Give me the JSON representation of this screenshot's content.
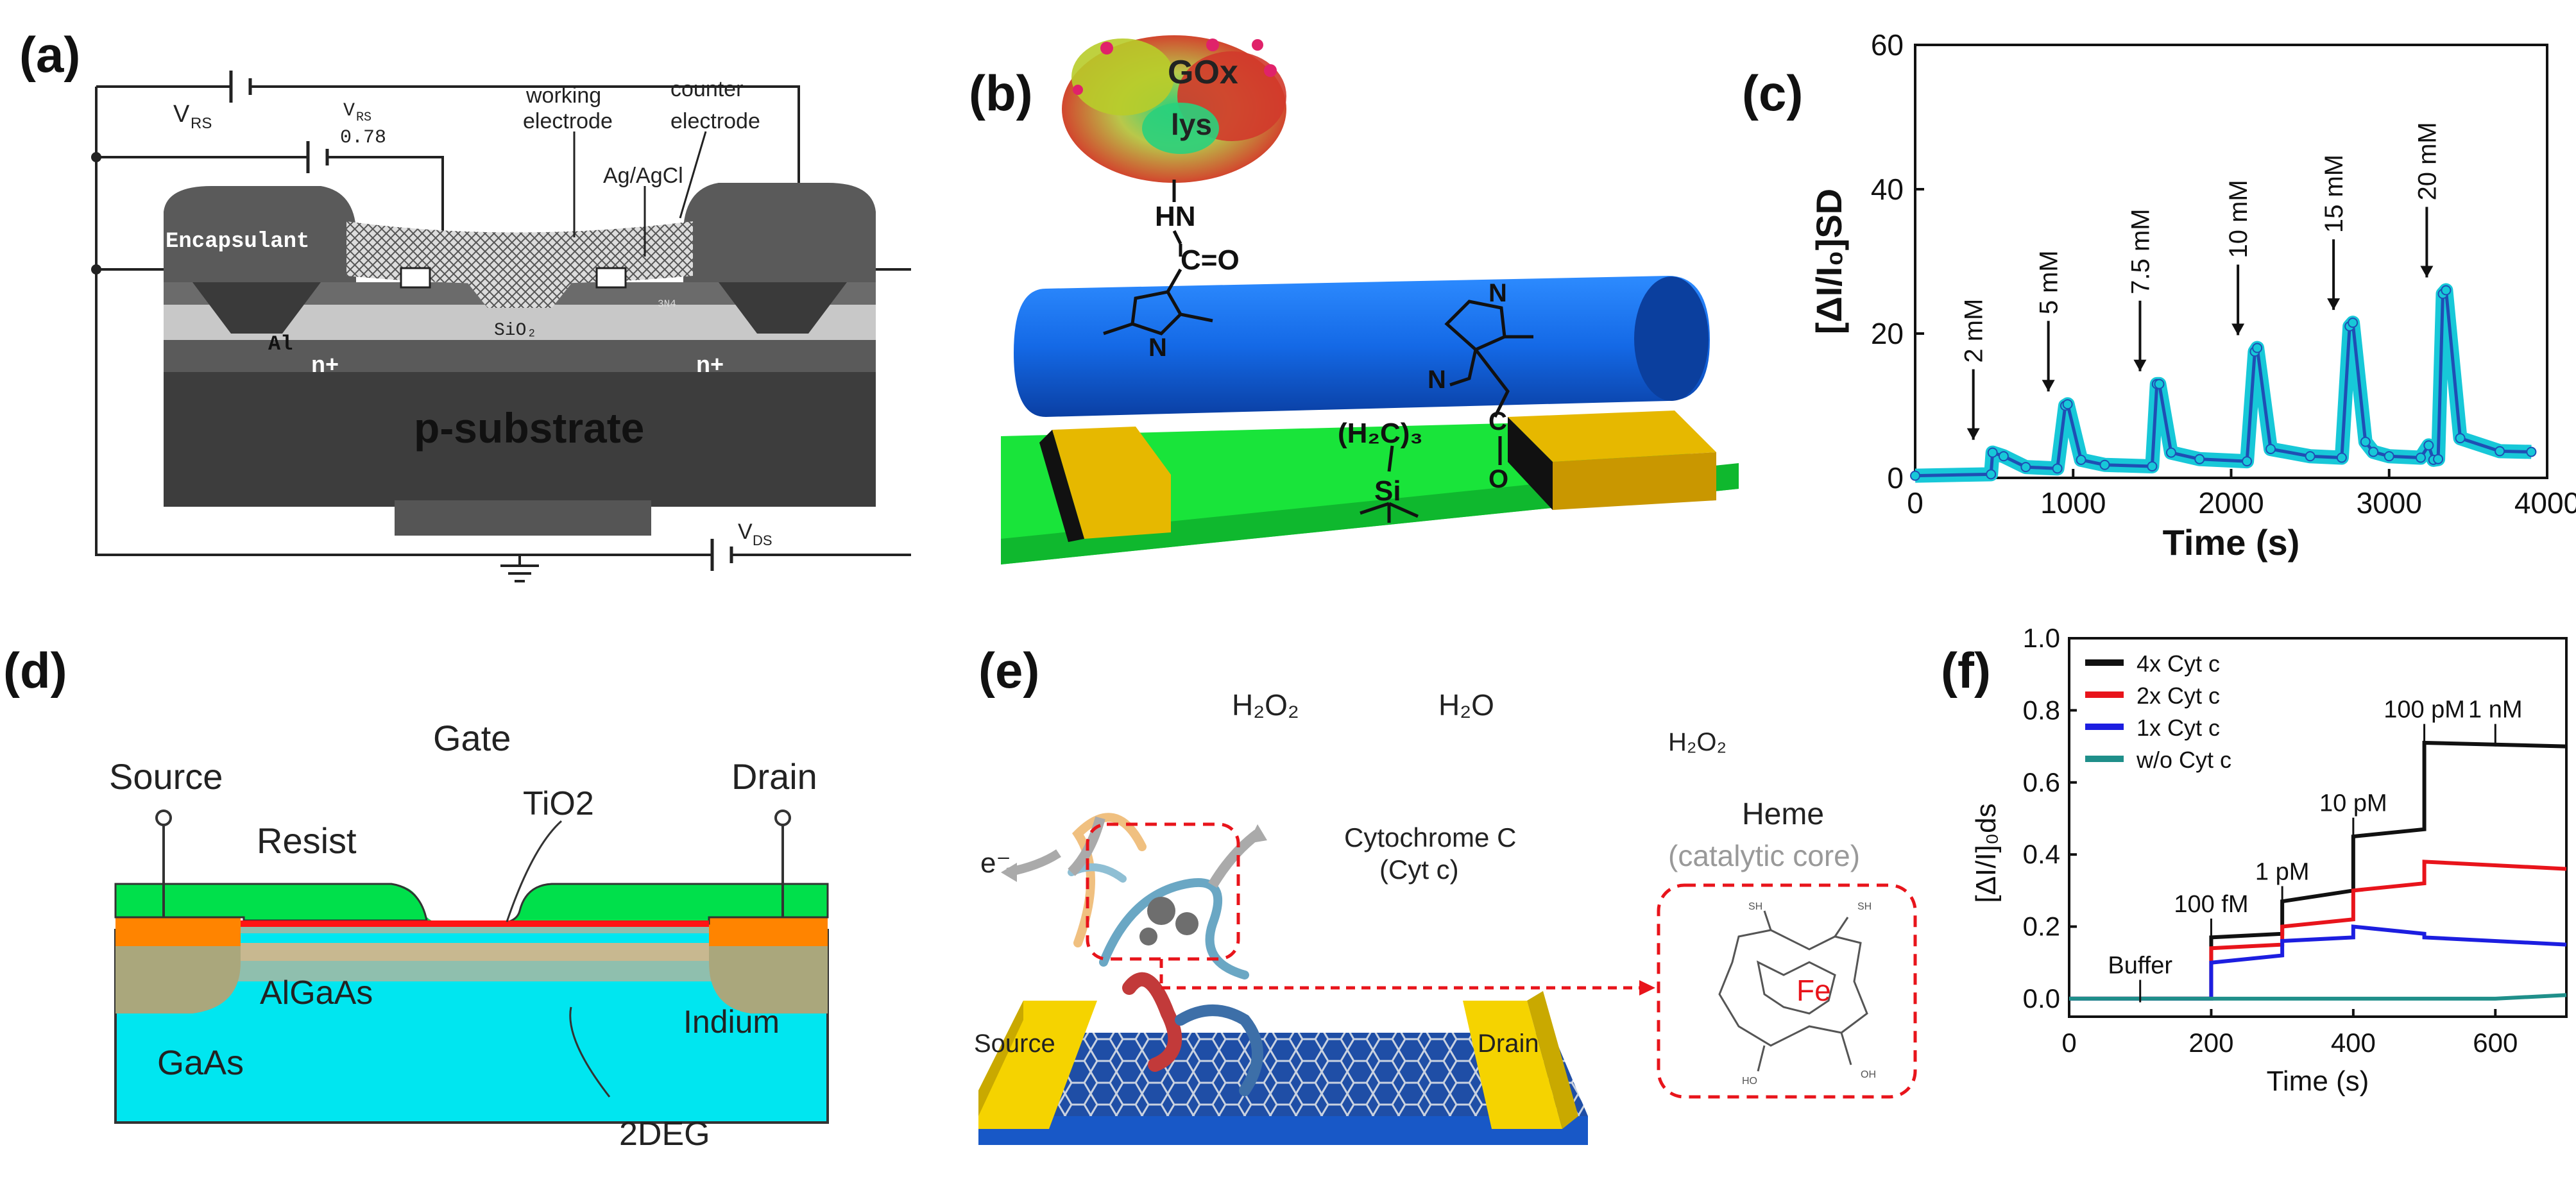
{
  "panels": {
    "a": {
      "label": "(a)",
      "texts": {
        "vrs_top": "V",
        "vrs_top_sub": "RS",
        "vrs_mid": "V",
        "vrs_mid_sub": "RS",
        "vrs_value": "0.78",
        "working": "working",
        "electrode": "electrode",
        "counter": "counter",
        "counter_electrode": "electrode",
        "agagcl": "Ag/AgCl",
        "encapsulant": "Encapsulant",
        "al": "Al",
        "sio2": "SiO₂",
        "sin": "3N4",
        "nplus_left": "n+",
        "nplus_right": "n+",
        "substrate": "p-substrate",
        "vds": "V",
        "vds_sub": "DS"
      }
    },
    "b": {
      "label": "(b)",
      "texts": {
        "gox": "GOx",
        "lys": "lys",
        "hn": "HN",
        "co": "C=O",
        "n1": "N",
        "n2": "N",
        "h2c3": "(H₂C)₃",
        "si": "Si",
        "c": "C",
        "o": "O",
        "nh": "N"
      }
    },
    "c": {
      "label": "(c)",
      "annotations": [
        "2 mM",
        "5 mM",
        "7.5 mM",
        "10 mM",
        "15 mM",
        "20 mM"
      ]
    },
    "d": {
      "label": "(d)",
      "texts": {
        "gate": "Gate",
        "source": "Source",
        "drain": "Drain",
        "resist": "Resist",
        "tio2": "TiO2",
        "algaas": "AlGaAs",
        "indium": "Indium",
        "gaas": "GaAs",
        "twodeg": "2DEG"
      }
    },
    "e": {
      "label": "(e)",
      "texts": {
        "h2o2": "H₂O₂",
        "h2o": "H₂O",
        "electron": "e⁻",
        "cyto": "Cytochrome C",
        "cytc": "(Cyt c)",
        "heme": "Heme",
        "core": "(catalytic core)",
        "fe": "Fe",
        "source": "Source",
        "drain": "Drain",
        "sh1": "SH",
        "sh2": "SH",
        "oh1": "HO",
        "oh2": "OH"
      }
    },
    "f": {
      "label": "(f)",
      "annotations": [
        "Buffer",
        "100 fM",
        "1 pM",
        "10 pM",
        "100 pM",
        "1 nM"
      ]
    }
  },
  "chart_data": [
    {
      "id": "c",
      "type": "line",
      "xlabel": "Time (s)",
      "ylabel": "[ΔI/I₀]SD",
      "xlim": [
        0,
        4000
      ],
      "ylim": [
        0,
        60
      ],
      "xticks": [
        0,
        1000,
        2000,
        3000,
        4000
      ],
      "yticks": [
        0,
        20,
        40,
        60
      ],
      "series_colors": {
        "line": "#1f4fb4",
        "marker": "#17c8d8"
      },
      "x": [
        0,
        480,
        490,
        560,
        700,
        900,
        950,
        965,
        1050,
        1200,
        1500,
        1530,
        1545,
        1620,
        1800,
        2100,
        2150,
        2165,
        2250,
        2500,
        2700,
        2750,
        2770,
        2850,
        2900,
        3000,
        3200,
        3250,
        3280,
        3310,
        3340,
        3360,
        3450,
        3700,
        3900
      ],
      "y": [
        0.3,
        0.5,
        3.5,
        3.0,
        1.5,
        1.3,
        10.0,
        10.2,
        2.5,
        1.8,
        1.6,
        13.0,
        13.0,
        3.5,
        2.6,
        2.3,
        17.5,
        18.0,
        4.0,
        3.0,
        2.8,
        21.0,
        21.5,
        5.0,
        3.6,
        3.0,
        2.8,
        4.5,
        2.5,
        2.6,
        25.5,
        26.0,
        5.5,
        3.7,
        3.6
      ]
    },
    {
      "id": "f",
      "type": "line",
      "xlabel": "Time (s)",
      "ylabel": "[ΔI/I]₀ds",
      "xlim": [
        0,
        700
      ],
      "ylim": [
        -0.05,
        1.0
      ],
      "xticks": [
        0,
        200,
        400,
        600
      ],
      "yticks": [
        0.0,
        0.2,
        0.4,
        0.6,
        0.8,
        1.0
      ],
      "legend_position": "top-left",
      "series": [
        {
          "name": "4x Cyt c",
          "color": "#111111",
          "x": [
            0,
            100,
            200,
            200,
            300,
            300,
            400,
            400,
            500,
            500,
            700
          ],
          "y": [
            0.0,
            0.0,
            0.0,
            0.17,
            0.18,
            0.27,
            0.3,
            0.45,
            0.47,
            0.71,
            0.7
          ]
        },
        {
          "name": "2x Cyt c",
          "color": "#e8141b",
          "x": [
            0,
            100,
            200,
            200,
            300,
            300,
            400,
            400,
            500,
            500,
            700
          ],
          "y": [
            0.0,
            0.0,
            0.0,
            0.14,
            0.15,
            0.2,
            0.22,
            0.3,
            0.32,
            0.38,
            0.36
          ]
        },
        {
          "name": "1x Cyt c",
          "color": "#1c1ee0",
          "x": [
            0,
            100,
            200,
            200,
            300,
            300,
            400,
            400,
            500,
            500,
            700
          ],
          "y": [
            0.0,
            0.0,
            0.0,
            0.1,
            0.12,
            0.16,
            0.17,
            0.2,
            0.18,
            0.17,
            0.15
          ]
        },
        {
          "name": "w/o Cyt c",
          "color": "#1f8f8a",
          "x": [
            0,
            200,
            400,
            600,
            700
          ],
          "y": [
            0.0,
            0.0,
            0.0,
            0.0,
            0.01
          ]
        }
      ],
      "annotation_x": [
        100,
        200,
        300,
        400,
        500,
        600
      ]
    }
  ]
}
